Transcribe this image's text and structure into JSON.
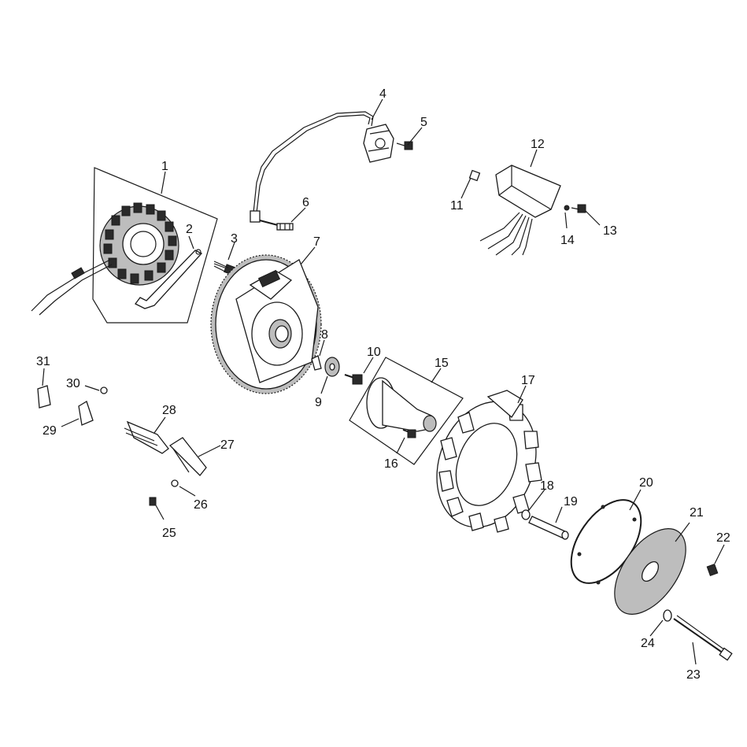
{
  "diagram": {
    "labels": [
      {
        "id": "1",
        "text": "1"
      },
      {
        "id": "2",
        "text": "2"
      },
      {
        "id": "3",
        "text": "3"
      },
      {
        "id": "4",
        "text": "4"
      },
      {
        "id": "5",
        "text": "5"
      },
      {
        "id": "6",
        "text": "6"
      },
      {
        "id": "7",
        "text": "7"
      },
      {
        "id": "8",
        "text": "8"
      },
      {
        "id": "9",
        "text": "9"
      },
      {
        "id": "10",
        "text": "10"
      },
      {
        "id": "11",
        "text": "11"
      },
      {
        "id": "12",
        "text": "12"
      },
      {
        "id": "13",
        "text": "13"
      },
      {
        "id": "14",
        "text": "14"
      },
      {
        "id": "15",
        "text": "15"
      },
      {
        "id": "16",
        "text": "16"
      },
      {
        "id": "17",
        "text": "17"
      },
      {
        "id": "18",
        "text": "18"
      },
      {
        "id": "19",
        "text": "19"
      },
      {
        "id": "20",
        "text": "20"
      },
      {
        "id": "21",
        "text": "21"
      },
      {
        "id": "22",
        "text": "22"
      },
      {
        "id": "23",
        "text": "23"
      },
      {
        "id": "24",
        "text": "24"
      },
      {
        "id": "25",
        "text": "25"
      },
      {
        "id": "26",
        "text": "26"
      },
      {
        "id": "27",
        "text": "27"
      },
      {
        "id": "28",
        "text": "28"
      },
      {
        "id": "29",
        "text": "29"
      },
      {
        "id": "30",
        "text": "30"
      },
      {
        "id": "31",
        "text": "31"
      }
    ],
    "colors": {
      "ink": "#1a1a1a",
      "background": "#ffffff"
    }
  }
}
